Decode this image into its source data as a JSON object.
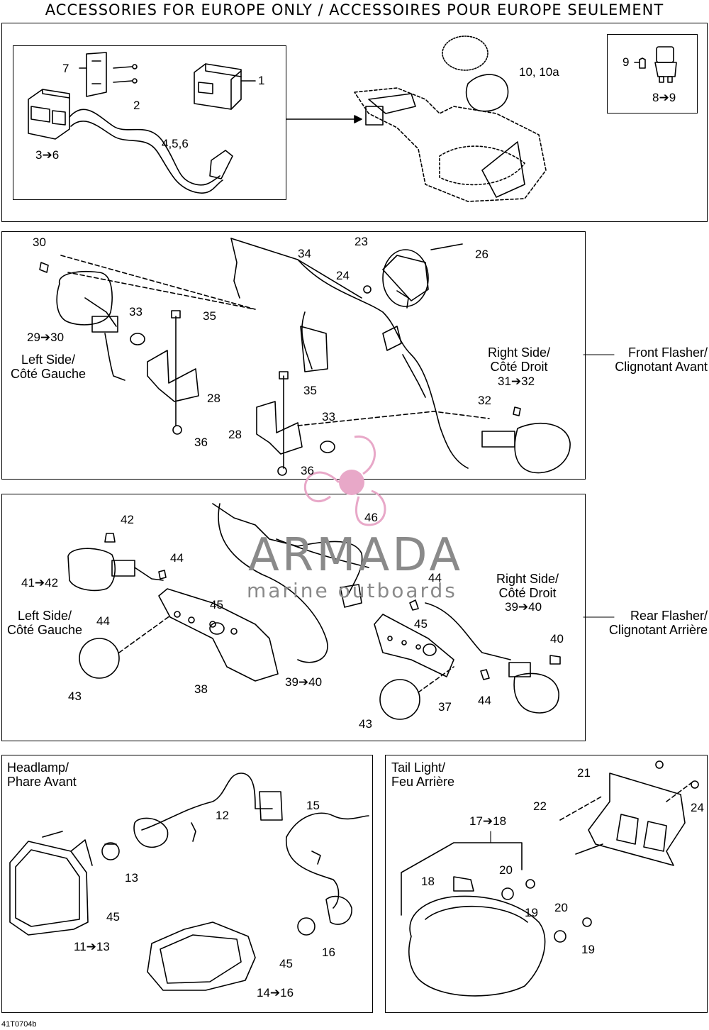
{
  "title": "ACCESSORIES FOR EUROPE ONLY / ACCESSOIRES POUR EUROPE SEULEMENT",
  "footer_code": "41T0704b",
  "watermark": {
    "brand": "ARMADA",
    "tagline": "marine outboards",
    "color": "#e8a8c8"
  },
  "sections": {
    "front": {
      "label_line1": "Front Flasher/",
      "label_line2": "Clignotant Avant",
      "left_line1": "Left Side/",
      "left_line2": "Côté Gauche",
      "right_line1": "Right Side/",
      "right_line2": "Côté Droit"
    },
    "rear": {
      "label_line1": "Rear Flasher/",
      "label_line2": "Clignotant Arrière",
      "left_line1": "Left Side/",
      "left_line2": "Côté Gauche",
      "right_line1": "Right Side/",
      "right_line2": "Côté Droit"
    },
    "headlamp": {
      "line1": "Headlamp/",
      "line2": "Phare Avant"
    },
    "tail": {
      "line1": "Tail Light/",
      "line2": "Feu Arrière"
    }
  },
  "callouts": {
    "c1": "1",
    "c2": "2",
    "c3_6": "3➔6",
    "c456": "4,5,6",
    "c7": "7",
    "c8_9": "8➔9",
    "c9": "9",
    "c10": "10, 10a",
    "f30": "30",
    "f29_30": "29➔30",
    "f33a": "33",
    "f35a": "35",
    "f34": "34",
    "f23": "23",
    "f26": "26",
    "f24": "24",
    "f28a": "28",
    "f36a": "36",
    "f35b": "35",
    "f33b": "33",
    "f28b": "28",
    "f36b": "36",
    "f31_32": "31➔32",
    "f32": "32",
    "r42": "42",
    "r44a": "44",
    "r41_42": "41➔42",
    "r44b": "44",
    "r45a": "45",
    "r46": "46",
    "r44c": "44",
    "r39_40a": "39➔40",
    "r45b": "45",
    "r40": "40",
    "r43a": "43",
    "r38": "38",
    "r39_40b": "39➔40",
    "r37": "37",
    "r44d": "44",
    "r43b": "43",
    "h12": "12",
    "h15": "15",
    "h13": "13",
    "h45a": "45",
    "h11_13": "11➔13",
    "h16": "16",
    "h45b": "45",
    "h14_16": "14➔16",
    "t21": "21",
    "t22": "22",
    "t24": "24",
    "t17_18": "17➔18",
    "t20a": "20",
    "t18": "18",
    "t19a": "19",
    "t20b": "20",
    "t19b": "19"
  }
}
